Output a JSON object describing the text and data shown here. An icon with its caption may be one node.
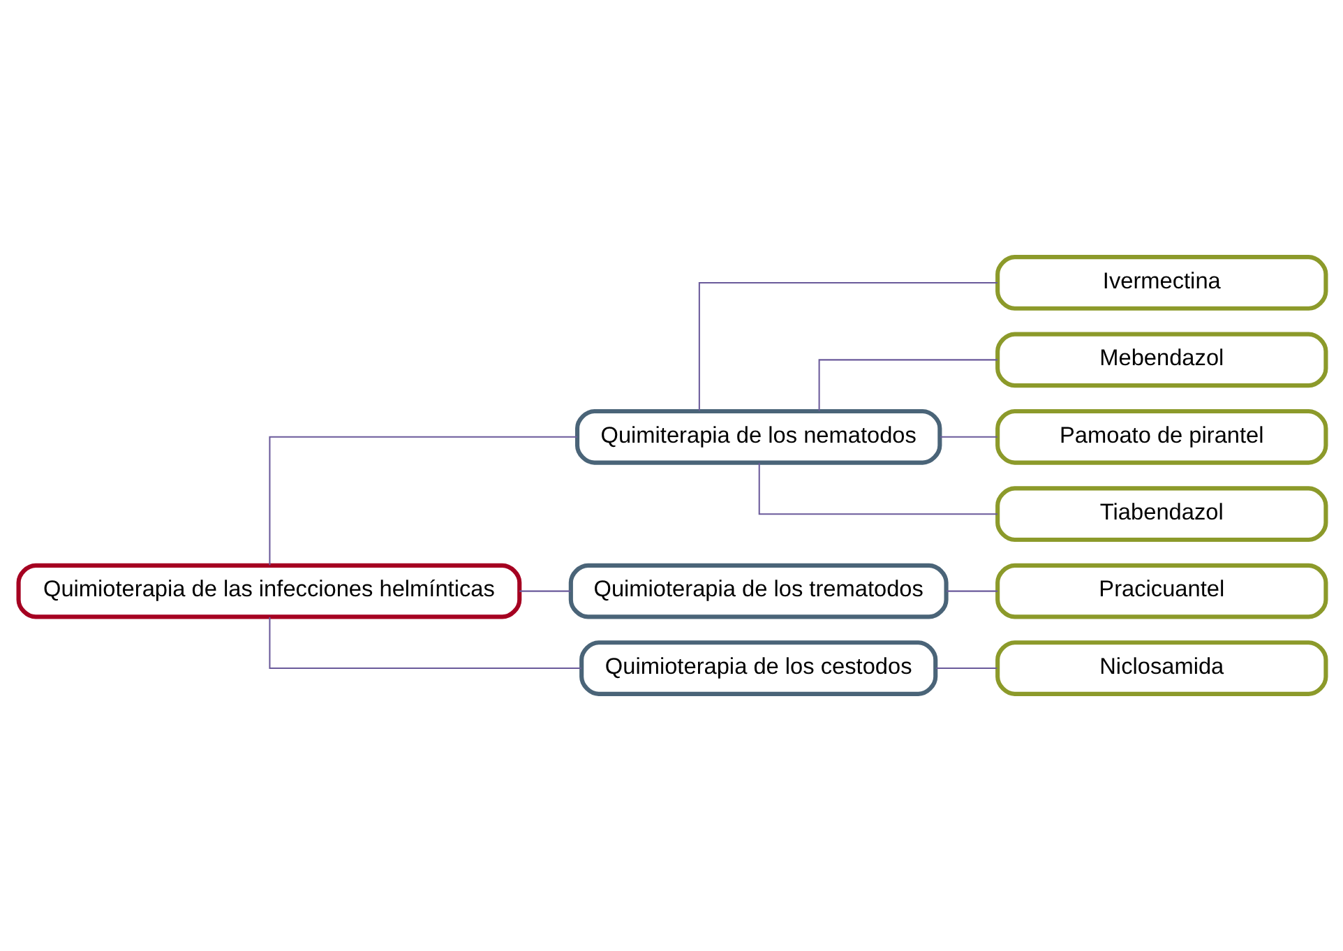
{
  "diagram": {
    "nodes": [
      {
        "text": [
          "Quimioterapia de las infecciones helmínticas"
        ]
      },
      {
        "text": [
          "Quimiterapia de los nematodos"
        ]
      },
      {
        "text": [
          "Ivermectina"
        ]
      },
      {
        "text": [
          "Mebendazol"
        ]
      },
      {
        "text": [
          "Pamoato de pirantel"
        ]
      },
      {
        "text": [
          "Tiabendazol"
        ]
      },
      {
        "text": [
          "Quimioterapia de los trematodos"
        ]
      },
      {
        "text": [
          "Pracicuantel"
        ]
      },
      {
        "text": [
          "Quimioterapia de los cestodos"
        ]
      },
      {
        "text": [
          "Niclosamida"
        ]
      }
    ],
    "edges": [
      {
        "from": 0,
        "to": 1,
        "arrow": "none"
      },
      {
        "from": 1,
        "to": 2,
        "arrow": "none"
      },
      {
        "from": 1,
        "to": 3,
        "arrow": "none"
      },
      {
        "from": 1,
        "to": 4,
        "arrow": "none"
      },
      {
        "from": 1,
        "to": 5,
        "arrow": "none"
      },
      {
        "from": 0,
        "to": 6,
        "arrow": "none"
      },
      {
        "from": 6,
        "to": 7,
        "arrow": "none"
      },
      {
        "from": 0,
        "to": 8,
        "arrow": "none"
      },
      {
        "from": 8,
        "to": 9,
        "arrow": "none"
      }
    ]
  }
}
